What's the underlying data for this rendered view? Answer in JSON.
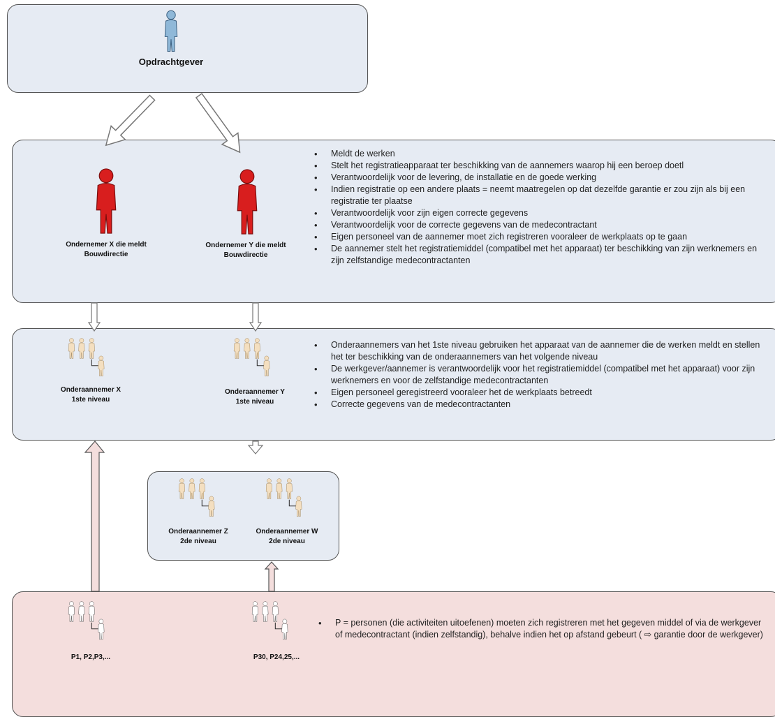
{
  "client": {
    "label": "Opdrachtgever"
  },
  "contractors": {
    "x": {
      "line1": "Ondernemer X die meldt",
      "line2": "Bouwdirectie"
    },
    "y": {
      "line1": "Ondernemer Y die meldt",
      "line2": "Bouwdirectie"
    },
    "bullets": [
      "Meldt de werken",
      "Stelt het registratieapparaat ter beschikking van de aannemers waarop hij een beroep doetl",
      "Verantwoordelijk voor de levering, de installatie en de goede werking",
      "Indien registratie op een andere plaats = neemt maatregelen op dat dezelfde garantie er zou zijn als bij een registratie ter plaatse",
      "Verantwoordelijk voor zijn eigen correcte gegevens",
      "Verantwoordelijk voor de correcte gegevens van de medecontractant",
      "Eigen personeel van de aannemer moet zich registreren vooraleer de werkplaats op te gaan",
      "De aannemer stelt het registratiemiddel (compatibel met het apparaat) ter beschikking van zijn werknemers en zijn zelfstandige medecontractanten"
    ]
  },
  "subcontractors_l1": {
    "x": {
      "line1": "Onderaannemer X",
      "line2": "1ste niveau"
    },
    "y": {
      "line1": "Onderaannemer Y",
      "line2": "1ste niveau"
    },
    "bullets": [
      "Onderaannemers van het 1ste niveau gebruiken het apparaat van de aannemer die de werken meldt en stellen het ter beschikking van de onderaannemers van het volgende niveau",
      "De werkgever/aannemer is verantwoordelijk voor het registratiemiddel (compatibel met het apparaat) voor zijn werknemers en voor de zelfstandige medecontractanten",
      "Eigen personeel geregistreerd vooraleer het de werkplaats betreedt",
      "Correcte gegevens van de medecontractanten"
    ]
  },
  "subcontractors_l2": {
    "z": {
      "line1": "Onderaannemer Z",
      "line2": "2de niveau"
    },
    "w": {
      "line1": "Onderaannemer W",
      "line2": "2de niveau"
    }
  },
  "persons": {
    "group1": "P1, P2,P3,...",
    "group2": "P30, P24,25,...",
    "bullets": [
      "P = personen (die activiteiten uitoefenen) moeten zich registreren met het gegeven middel of via de werkgever of medecontractant (indien zelfstandig), behalve indien het op afstand gebeurt ( ⇨ garantie door de werkgever)"
    ]
  },
  "colors": {
    "blue_box": "#e6ebf3",
    "pink_box": "#f4dedd",
    "red_person": "#d81e1e",
    "beige_person": "#f4dfc0",
    "white_person": "#ffffff",
    "blue_person": "#8fb8d8"
  }
}
